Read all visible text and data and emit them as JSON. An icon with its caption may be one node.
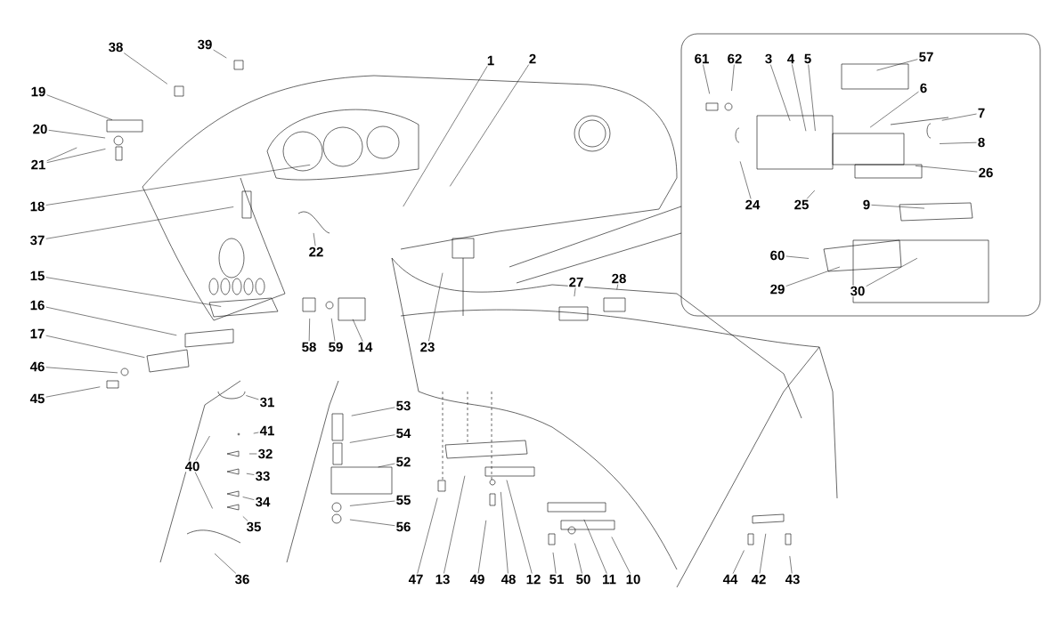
{
  "diagram": {
    "nodes": [
      {
        "text": [
          "1"
        ]
      },
      {
        "text": [
          "2"
        ]
      },
      {
        "text": [
          "3"
        ]
      },
      {
        "text": [
          "4"
        ]
      },
      {
        "text": [
          "5"
        ]
      },
      {
        "text": [
          "57"
        ]
      },
      {
        "text": [
          "61"
        ]
      },
      {
        "text": [
          "62"
        ]
      },
      {
        "text": [
          "6"
        ]
      },
      {
        "text": [
          "7"
        ]
      },
      {
        "text": [
          "8"
        ]
      },
      {
        "text": [
          "26"
        ]
      },
      {
        "text": [
          "24"
        ]
      },
      {
        "text": [
          "25"
        ]
      },
      {
        "text": [
          "9"
        ]
      },
      {
        "text": [
          "60"
        ]
      },
      {
        "text": [
          "29"
        ]
      },
      {
        "text": [
          "30"
        ]
      },
      {
        "text": [
          "38"
        ]
      },
      {
        "text": [
          "39"
        ]
      },
      {
        "text": [
          "19"
        ]
      },
      {
        "text": [
          "20"
        ]
      },
      {
        "text": [
          "21"
        ]
      },
      {
        "text": [
          "18"
        ]
      },
      {
        "text": [
          "37"
        ]
      },
      {
        "text": [
          "22"
        ]
      },
      {
        "text": [
          "15"
        ]
      },
      {
        "text": [
          "16"
        ]
      },
      {
        "text": [
          "17"
        ]
      },
      {
        "text": [
          "46"
        ]
      },
      {
        "text": [
          "45"
        ]
      },
      {
        "text": [
          "58"
        ]
      },
      {
        "text": [
          "59"
        ]
      },
      {
        "text": [
          "14"
        ]
      },
      {
        "text": [
          "23"
        ]
      },
      {
        "text": [
          "27"
        ]
      },
      {
        "text": [
          "28"
        ]
      },
      {
        "text": [
          "31"
        ]
      },
      {
        "text": [
          "41"
        ]
      },
      {
        "text": [
          "32"
        ]
      },
      {
        "text": [
          "40"
        ]
      },
      {
        "text": [
          "33"
        ]
      },
      {
        "text": [
          "34"
        ]
      },
      {
        "text": [
          "35"
        ]
      },
      {
        "text": [
          "36"
        ]
      },
      {
        "text": [
          "53"
        ]
      },
      {
        "text": [
          "54"
        ]
      },
      {
        "text": [
          "52"
        ]
      },
      {
        "text": [
          "55"
        ]
      },
      {
        "text": [
          "56"
        ]
      },
      {
        "text": [
          "47"
        ]
      },
      {
        "text": [
          "13"
        ]
      },
      {
        "text": [
          "49"
        ]
      },
      {
        "text": [
          "48"
        ]
      },
      {
        "text": [
          "12"
        ]
      },
      {
        "text": [
          "51"
        ]
      },
      {
        "text": [
          "50"
        ]
      },
      {
        "text": [
          "11"
        ]
      },
      {
        "text": [
          "10"
        ]
      },
      {
        "text": [
          "44"
        ]
      },
      {
        "text": [
          "42"
        ]
      },
      {
        "text": [
          "43"
        ]
      }
    ],
    "edges": [
      {
        "from": 0,
        "to": null,
        "arrow": "none"
      },
      {
        "from": 1,
        "to": null,
        "arrow": "none"
      },
      {
        "from": 2,
        "to": null,
        "arrow": "none"
      },
      {
        "from": 3,
        "to": null,
        "arrow": "none"
      },
      {
        "from": 4,
        "to": null,
        "arrow": "none"
      },
      {
        "from": 5,
        "to": null,
        "arrow": "none"
      },
      {
        "from": 6,
        "to": null,
        "arrow": "none"
      },
      {
        "from": 7,
        "to": null,
        "arrow": "none"
      },
      {
        "from": 8,
        "to": null,
        "arrow": "none"
      },
      {
        "from": 9,
        "to": null,
        "arrow": "none"
      },
      {
        "from": 10,
        "to": null,
        "arrow": "none"
      },
      {
        "from": 11,
        "to": null,
        "arrow": "none"
      },
      {
        "from": 12,
        "to": null,
        "arrow": "none"
      },
      {
        "from": 13,
        "to": null,
        "arrow": "none"
      },
      {
        "from": 14,
        "to": null,
        "arrow": "none"
      },
      {
        "from": 15,
        "to": null,
        "arrow": "none"
      },
      {
        "from": 16,
        "to": null,
        "arrow": "none"
      },
      {
        "from": 17,
        "to": null,
        "arrow": "none"
      },
      {
        "from": 18,
        "to": null,
        "arrow": "none"
      },
      {
        "from": 19,
        "to": null,
        "arrow": "none"
      },
      {
        "from": 20,
        "to": null,
        "arrow": "none"
      },
      {
        "from": 21,
        "to": null,
        "arrow": "none"
      },
      {
        "from": 22,
        "to": null,
        "arrow": "none"
      },
      {
        "from": 22,
        "to": null,
        "arrow": "none"
      },
      {
        "from": 23,
        "to": null,
        "arrow": "none"
      },
      {
        "from": 24,
        "to": null,
        "arrow": "none"
      },
      {
        "from": 25,
        "to": null,
        "arrow": "none"
      },
      {
        "from": 26,
        "to": null,
        "arrow": "none"
      },
      {
        "from": 27,
        "to": null,
        "arrow": "none"
      },
      {
        "from": 28,
        "to": null,
        "arrow": "none"
      },
      {
        "from": 29,
        "to": null,
        "arrow": "none"
      },
      {
        "from": 30,
        "to": null,
        "arrow": "none"
      },
      {
        "from": 31,
        "to": null,
        "arrow": "none"
      },
      {
        "from": 32,
        "to": null,
        "arrow": "none"
      },
      {
        "from": 33,
        "to": null,
        "arrow": "none"
      },
      {
        "from": 34,
        "to": null,
        "arrow": "none"
      },
      {
        "from": 35,
        "to": null,
        "arrow": "none"
      },
      {
        "from": 36,
        "to": null,
        "arrow": "none"
      },
      {
        "from": 37,
        "to": null,
        "arrow": "none"
      },
      {
        "from": 38,
        "to": null,
        "arrow": "none"
      },
      {
        "from": 39,
        "to": null,
        "arrow": "none"
      },
      {
        "from": 40,
        "to": null,
        "arrow": "none"
      },
      {
        "from": 40,
        "to": null,
        "arrow": "none"
      },
      {
        "from": 41,
        "to": null,
        "arrow": "none"
      },
      {
        "from": 42,
        "to": null,
        "arrow": "none"
      },
      {
        "from": 43,
        "to": null,
        "arrow": "none"
      },
      {
        "from": 44,
        "to": null,
        "arrow": "none"
      },
      {
        "from": 45,
        "to": null,
        "arrow": "none"
      },
      {
        "from": 46,
        "to": null,
        "arrow": "none"
      },
      {
        "from": 47,
        "to": null,
        "arrow": "none"
      },
      {
        "from": 48,
        "to": null,
        "arrow": "none"
      },
      {
        "from": 49,
        "to": null,
        "arrow": "none"
      },
      {
        "from": 50,
        "to": null,
        "arrow": "none"
      },
      {
        "from": 51,
        "to": null,
        "arrow": "none"
      },
      {
        "from": 52,
        "to": null,
        "arrow": "none"
      },
      {
        "from": 53,
        "to": null,
        "arrow": "none"
      },
      {
        "from": 54,
        "to": null,
        "arrow": "none"
      },
      {
        "from": 55,
        "to": null,
        "arrow": "none"
      },
      {
        "from": 56,
        "to": null,
        "arrow": "none"
      },
      {
        "from": 57,
        "to": null,
        "arrow": "none"
      },
      {
        "from": 58,
        "to": null,
        "arrow": "none"
      },
      {
        "from": 59,
        "to": null,
        "arrow": "none"
      },
      {
        "from": 60,
        "to": null,
        "arrow": "none"
      },
      {
        "from": 61,
        "to": null,
        "arrow": "none"
      }
    ]
  }
}
